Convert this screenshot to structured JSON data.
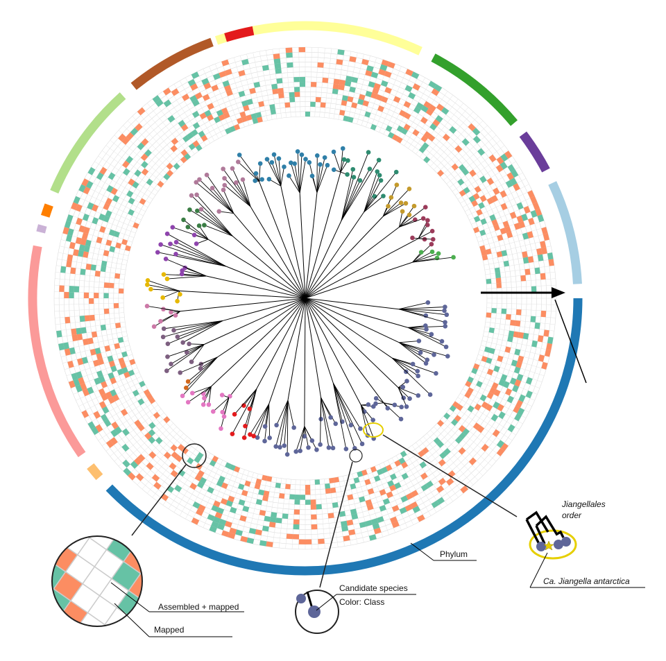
{
  "labels": {
    "phylum": "Phylum",
    "assembled_mapped": "Assembled + mapped",
    "mapped": "Mapped",
    "candidate_species": "Candidate species",
    "color_class": "Color: Class",
    "order_line1": "Jiangellales",
    "order_line2": "order",
    "species": "Ca. Jiangella antarctica"
  },
  "colors": {
    "assembled_mapped": "#66c2a5",
    "mapped": "#fc8d62",
    "highlight": "#e6cf00",
    "candidate": "#5e6699",
    "tree": "#000000"
  },
  "phyla": [
    {
      "color": "#ffff99",
      "start": -19,
      "end": 25
    },
    {
      "color": "#33a02c",
      "start": 28,
      "end": 50
    },
    {
      "color": "#6a3d9a",
      "start": 53,
      "end": 62
    },
    {
      "color": "#a6cee3",
      "start": 65,
      "end": 87
    },
    {
      "color": "#1f78b4",
      "start": 90,
      "end": 226
    },
    {
      "color": "#fdbf6f",
      "start": 229,
      "end": 232
    },
    {
      "color": "#fb9a99",
      "start": 235,
      "end": 281
    },
    {
      "color": "#cab2d6",
      "start": 284,
      "end": 285.5
    },
    {
      "color": "#ff7f00",
      "start": 287.5,
      "end": 290
    },
    {
      "color": "#b2df8a",
      "start": 293,
      "end": 318
    },
    {
      "color": "#b15928",
      "start": 321,
      "end": 340
    },
    {
      "color": "#e31a1c",
      "start": 343,
      "end": 349
    }
  ],
  "classes": [
    {
      "color": "#5e6699",
      "start": 90,
      "end": 200
    },
    {
      "color": "#e31a1c",
      "start": 200,
      "end": 212
    },
    {
      "color": "#e377c2",
      "start": 212,
      "end": 232
    },
    {
      "color": "#d2691e",
      "start": 232,
      "end": 236
    },
    {
      "color": "#7d5f80",
      "start": 236,
      "end": 258
    },
    {
      "color": "#cc79a7",
      "start": 258,
      "end": 268
    },
    {
      "color": "#e6b800",
      "start": 268,
      "end": 280
    },
    {
      "color": "#8e44ad",
      "start": 280,
      "end": 300
    },
    {
      "color": "#3a7d44",
      "start": 300,
      "end": 310
    },
    {
      "color": "#b07a9a",
      "start": 310,
      "end": 335
    },
    {
      "color": "#2f7fa8",
      "start": 335,
      "end": 15
    },
    {
      "color": "#2e8b70",
      "start": 15,
      "end": 38
    },
    {
      "color": "#c49a2c",
      "start": 38,
      "end": 52
    },
    {
      "color": "#9b3b5a",
      "start": 52,
      "end": 68
    },
    {
      "color": "#4caf50",
      "start": 68,
      "end": 76
    }
  ]
}
